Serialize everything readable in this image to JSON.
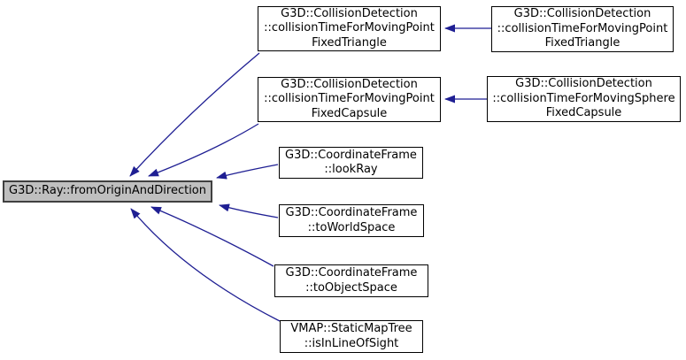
{
  "diagram": {
    "type": "doxygen-caller-graph",
    "colors": {
      "background": "#ffffff",
      "edge": "#1f1f93",
      "node_fill": "#ffffff",
      "node_border": "#000000",
      "main_node_fill": "#bfbfbf",
      "main_node_border": "#404040",
      "text": "#000000"
    }
  },
  "nodes": [
    {
      "id": "main",
      "label": "G3D::Ray::fromOriginAndDirection",
      "lines": [
        "G3D::Ray::fromOriginAndDirection"
      ]
    },
    {
      "id": "collisionTimeForMovingPointFixedTriangle-mid",
      "label": "G3D::CollisionDetection::collisionTimeForMovingPointFixedTriangle",
      "lines": [
        "G3D::CollisionDetection",
        "::collisionTimeForMovingPoint",
        "FixedTriangle"
      ]
    },
    {
      "id": "collisionTimeForMovingPointFixedCapsule-mid",
      "label": "G3D::CollisionDetection::collisionTimeForMovingPointFixedCapsule",
      "lines": [
        "G3D::CollisionDetection",
        "::collisionTimeForMovingPoint",
        "FixedCapsule"
      ]
    },
    {
      "id": "lookRay",
      "label": "G3D::CoordinateFrame::lookRay",
      "lines": [
        "G3D::CoordinateFrame",
        "::lookRay"
      ]
    },
    {
      "id": "toWorldSpace",
      "label": "G3D::CoordinateFrame::toWorldSpace",
      "lines": [
        "G3D::CoordinateFrame",
        "::toWorldSpace"
      ]
    },
    {
      "id": "toObjectSpace",
      "label": "G3D::CoordinateFrame::toObjectSpace",
      "lines": [
        "G3D::CoordinateFrame",
        "::toObjectSpace"
      ]
    },
    {
      "id": "isInLineOfSight",
      "label": "VMAP::StaticMapTree::isInLineOfSight",
      "lines": [
        "VMAP::StaticMapTree",
        "::isInLineOfSight"
      ]
    },
    {
      "id": "collisionTimeForMovingPointFixedTriangle-right",
      "label": "G3D::CollisionDetection::collisionTimeForMovingPointFixedTriangle",
      "lines": [
        "G3D::CollisionDetection",
        "::collisionTimeForMovingPoint",
        "FixedTriangle"
      ]
    },
    {
      "id": "collisionTimeForMovingSphereFixedCapsule-right",
      "label": "G3D::CollisionDetection::collisionTimeForMovingSphereFixedCapsule",
      "lines": [
        "G3D::CollisionDetection",
        "::collisionTimeForMovingSphere",
        "FixedCapsule"
      ]
    }
  ]
}
